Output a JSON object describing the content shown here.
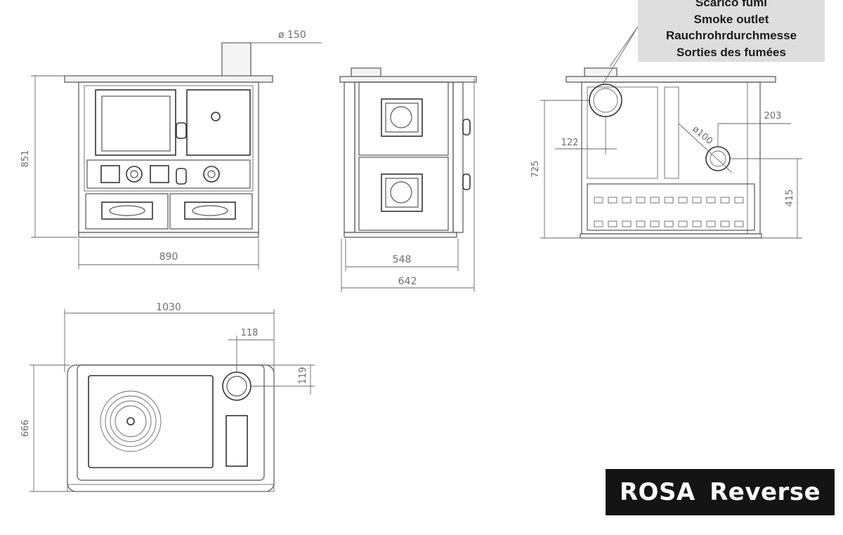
{
  "title": "ROSA  Reverse",
  "legend": {
    "lines": [
      "Scarico fumi",
      "Smoke outlet",
      "Rauchrohrdurchmesse",
      "Sorties des fumées"
    ]
  },
  "dimensions": {
    "flue_diameter": "ø 150",
    "front_height": "851",
    "front_width": "890",
    "side_inner_width": "548",
    "side_outer_width": "642",
    "rear_height": "725",
    "rear_offset_x": "122",
    "rear_offset_right": "203",
    "rear_diameter": "ø100",
    "rear_outlet_height": "415",
    "top_width": "1030",
    "top_flue_x": "118",
    "top_flue_y": "119",
    "top_depth": "666"
  }
}
